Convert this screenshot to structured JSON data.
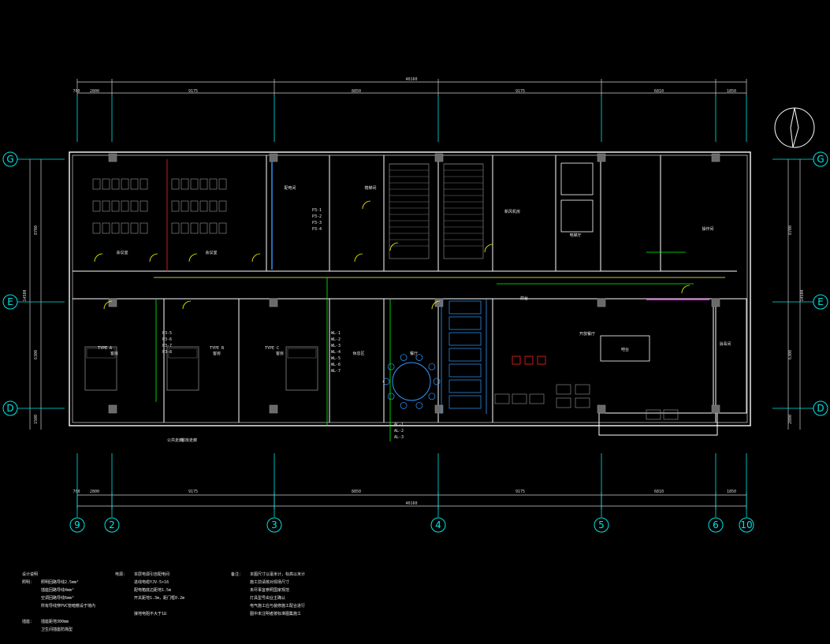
{
  "drawing": {
    "colors": {
      "background": "#000000",
      "wall": "#ffffff",
      "furniture": "#9a9a9a",
      "axis": "#00e5e5",
      "dimension": "#cfcfcf",
      "door": "#ffff00",
      "wire_green": "#00ff00",
      "wire_magenta": "#ff33ff",
      "wire_yellow": "#ffff66",
      "wire_red": "#ff2020",
      "wire_blue": "#3399ff",
      "fixture_red": "#ff2020"
    },
    "overall_dims": {
      "top_total": "40160",
      "bottom_total": "40160"
    },
    "column_dims": [
      "700",
      "2800",
      "9175",
      "8850",
      "9175",
      "6810",
      "1850"
    ],
    "column_axes": [
      "9",
      "2",
      "3",
      "4",
      "5",
      "6",
      "10"
    ],
    "row_axes": [
      "G",
      "E",
      "D"
    ],
    "row_dims_left": [
      "8700",
      "6300",
      "1500",
      "14500"
    ],
    "row_dims_right": [
      "8700",
      "6300",
      "2800",
      "14500"
    ],
    "room_labels": [
      "会议室",
      "会议室",
      "配电间",
      "楼梯间",
      "新风机房",
      "电梯厅",
      "前台",
      "客房走廊",
      "客房",
      "客房",
      "客房",
      "休息区",
      "餐厅",
      "开放餐厅",
      "吧台",
      "操作间",
      "消毒间",
      "公共走廊",
      "TYPE A",
      "TYPE B",
      "TYPE C"
    ],
    "circuit_tags": [
      "P3-1",
      "P3-2",
      "P3-3",
      "P3-4",
      "P3-5",
      "P3-6",
      "P3-7",
      "P3-8",
      "WL-1",
      "WL-2",
      "WL-3",
      "WL-4",
      "WL-5",
      "WL-6",
      "WL-7",
      "AL-1",
      "AL-2",
      "AL-3"
    ],
    "notes": {
      "col1": [
        {
          "k": "设计说明",
          "v": ""
        },
        {
          "k": "照明：",
          "v": "照明回路导线2.5mm²"
        },
        {
          "k": "",
          "v": "插座回路导线4mm²"
        },
        {
          "k": "",
          "v": "空调回路导线6mm²"
        },
        {
          "k": "",
          "v": "所有导线穿PVC管暗敷设于墙内"
        },
        {
          "k": "",
          "v": ""
        },
        {
          "k": "插座：",
          "v": "插座距地300mm"
        },
        {
          "k": "",
          "v": "卫生间插座防溅型"
        }
      ],
      "col2": [
        {
          "k": "电源：",
          "v": "本层电源引自配电间"
        },
        {
          "k": "",
          "v": "进线电缆YJV-5×16"
        },
        {
          "k": "",
          "v": "配电箱底边距地1.5m"
        },
        {
          "k": "",
          "v": "开关距地1.3m，距门框0.2m"
        },
        {
          "k": "",
          "v": ""
        },
        {
          "k": "",
          "v": "接地电阻不大于1Ω"
        }
      ],
      "col3": [
        {
          "k": "备注：",
          "v": "本图尺寸以毫米计，标高以米计"
        },
        {
          "k": "",
          "v": "施工前请核对现场尺寸"
        },
        {
          "k": "",
          "v": "未尽事宜参照国家规范"
        },
        {
          "k": "",
          "v": "灯具型号由业主确认"
        },
        {
          "k": "",
          "v": "电气施工应与装修施工配合进行"
        },
        {
          "k": "",
          "v": "图中未注明者按标准图集施工"
        }
      ]
    }
  }
}
